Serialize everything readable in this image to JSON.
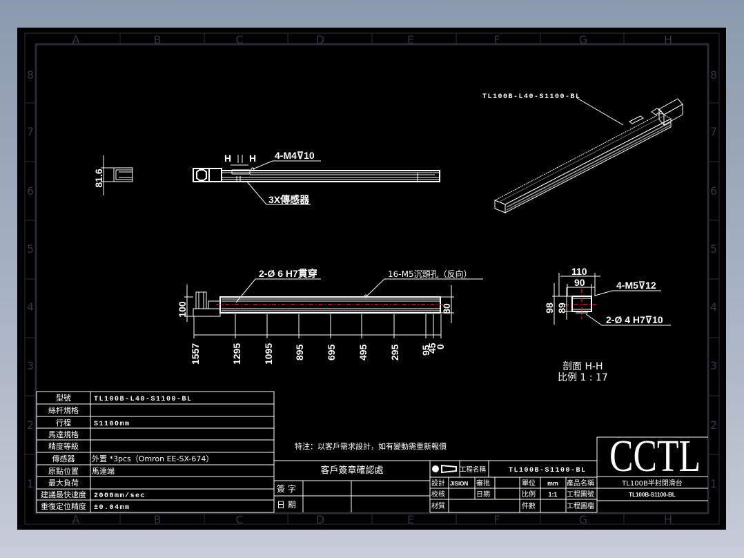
{
  "colors": {
    "background_top": "#8b9aae",
    "background_bottom": "#c7ccd8",
    "paper": "#000000",
    "line": "#ffffff",
    "centerline": "#ff1a1a",
    "ruler": "#2c2c3a"
  },
  "frame": {
    "columns": [
      "A",
      "B",
      "C",
      "D",
      "E",
      "F",
      "G",
      "H"
    ],
    "rows": [
      "8",
      "7",
      "6",
      "5",
      "4",
      "3",
      "2",
      "1"
    ]
  },
  "views": {
    "side": {
      "dim_height": "81.6"
    },
    "top": {
      "section_mark_left": "H",
      "section_mark_right": "H",
      "callout_holes": "4-M4⊽10",
      "callout_sensor": "3X傳感器"
    },
    "front": {
      "dim_height_left": "100",
      "dim_height_right": "80",
      "callout_through": "2-Ø 6  H7貫穿",
      "callout_counterbore": "16-M5沉頭孔（反向）",
      "dims": [
        "1557",
        "1295",
        "1095",
        "895",
        "695",
        "495",
        "295",
        "95",
        "45",
        "0"
      ]
    },
    "section": {
      "dim_top_outer": "110",
      "dim_top_inner": "90",
      "dim_left_outer": "98",
      "dim_left_inner": "89",
      "callout_threads": "4-M5⊽12",
      "callout_pins": "2-Ø 4  H7⊽10",
      "title": "剖面  H-H",
      "scale": "比例  1 : 17"
    },
    "iso": {
      "label": "TL100B-L40-S1100-BL"
    }
  },
  "spec_table": {
    "rows": [
      {
        "label": "型號",
        "value": "TL100B-L40-S1100-BL"
      },
      {
        "label": "絲杆規格",
        "value": ""
      },
      {
        "label": "行程",
        "value": "S1100mm"
      },
      {
        "label": "馬達規格",
        "value": ""
      },
      {
        "label": "精度等級",
        "value": ""
      },
      {
        "label": "傳感器",
        "value": "外置 *3pcs（Omron EE-SX-674）"
      },
      {
        "label": "原點位置",
        "value": "馬達端"
      },
      {
        "label": "最大負荷",
        "value": ""
      },
      {
        "label": "建議最快速度",
        "value": "2000mm/sec"
      },
      {
        "label": "重復定位精度",
        "value": "±0.04mm"
      }
    ]
  },
  "note": "特注：以客戶需求設計，如有變動需重新報價",
  "approval": {
    "title": "客戶簽章確認處",
    "sign_label": "簽 字",
    "date_label": "日 期"
  },
  "title_block": {
    "projection_icon": "first-angle-projection-icon",
    "project_name_label": "工程名稱",
    "project_name_value": "TL100B-S1100-BL",
    "design_label": "設計",
    "design_value": "JISION",
    "approve_label": "審批",
    "approve_value": "",
    "unit_label": "單位",
    "unit_value": "mm",
    "product_name_label": "產品名稱",
    "check_label": "校核",
    "check_value": "",
    "date_label": "日期",
    "date_value": "",
    "scale_label": "比例",
    "scale_value": "1:1",
    "drawing_no_label": "工程圖號",
    "material_label": "材質",
    "material_value": "",
    "quantity_label": "件數",
    "quantity_value": "",
    "drawing_file_label": "工程圖檔"
  },
  "logo": {
    "text": "CCTL",
    "product_name": "TL100B半封閉滑台",
    "drawing_no": "TL100B-S1100-BL",
    "drawing_file": ""
  }
}
